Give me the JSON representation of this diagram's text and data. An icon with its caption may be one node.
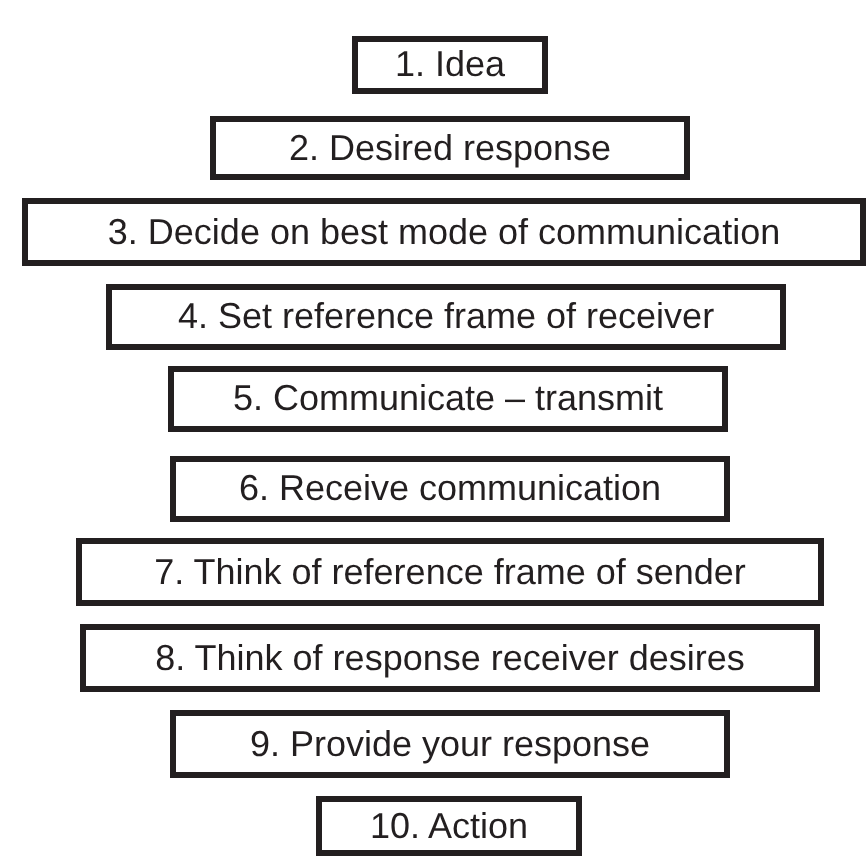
{
  "diagram": {
    "nodes": [
      {
        "text": [
          "1. Idea"
        ]
      },
      {
        "text": [
          "2. Desired response"
        ]
      },
      {
        "text": [
          "3. Decide on best mode of communication"
        ]
      },
      {
        "text": [
          "4. Set reference frame of receiver"
        ]
      },
      {
        "text": [
          "5. Communicate – transmit"
        ]
      },
      {
        "text": [
          "6. Receive communication"
        ]
      },
      {
        "text": [
          "7. Think of reference frame of sender"
        ]
      },
      {
        "text": [
          "8. Think of response receiver desires"
        ]
      },
      {
        "text": [
          "9. Provide your response"
        ]
      },
      {
        "text": [
          "10. Action"
        ]
      }
    ]
  }
}
